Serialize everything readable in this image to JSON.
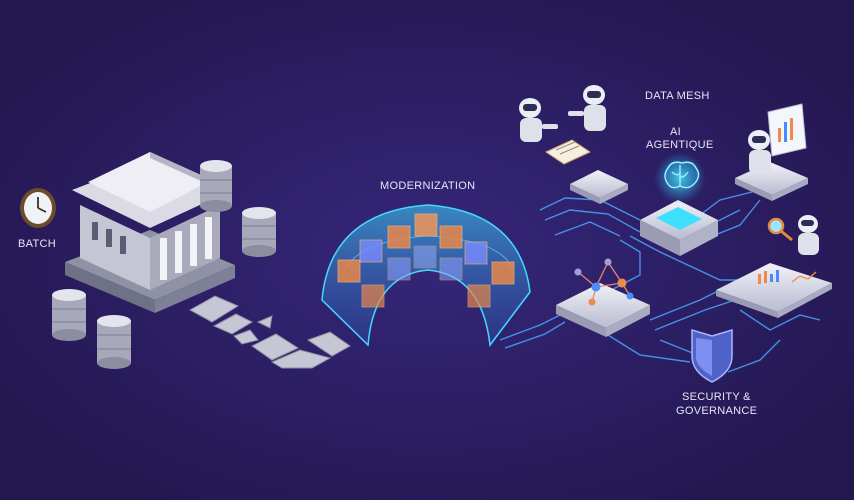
{
  "labels": {
    "batch": "BATCH",
    "modernization": "MODERNIZATION",
    "data_mesh": "DATA MESH",
    "ai_line1": "AI",
    "ai_line2": "AGENTIQUE",
    "security_line1": "SECURITY &",
    "security_line2": "GOVERNANCE"
  },
  "colors": {
    "background": "#2a1c5a",
    "legacy_gray": "#c9cbd6",
    "glow_cyan": "#39d4ff",
    "node_orange": "#f0884a",
    "node_blue": "#6f8cff"
  },
  "icons": [
    "clock-icon",
    "bank-building-icon",
    "database-icon",
    "robot-icon",
    "brain-icon",
    "shield-icon",
    "magnifier-icon",
    "chart-icon",
    "document-icon"
  ]
}
